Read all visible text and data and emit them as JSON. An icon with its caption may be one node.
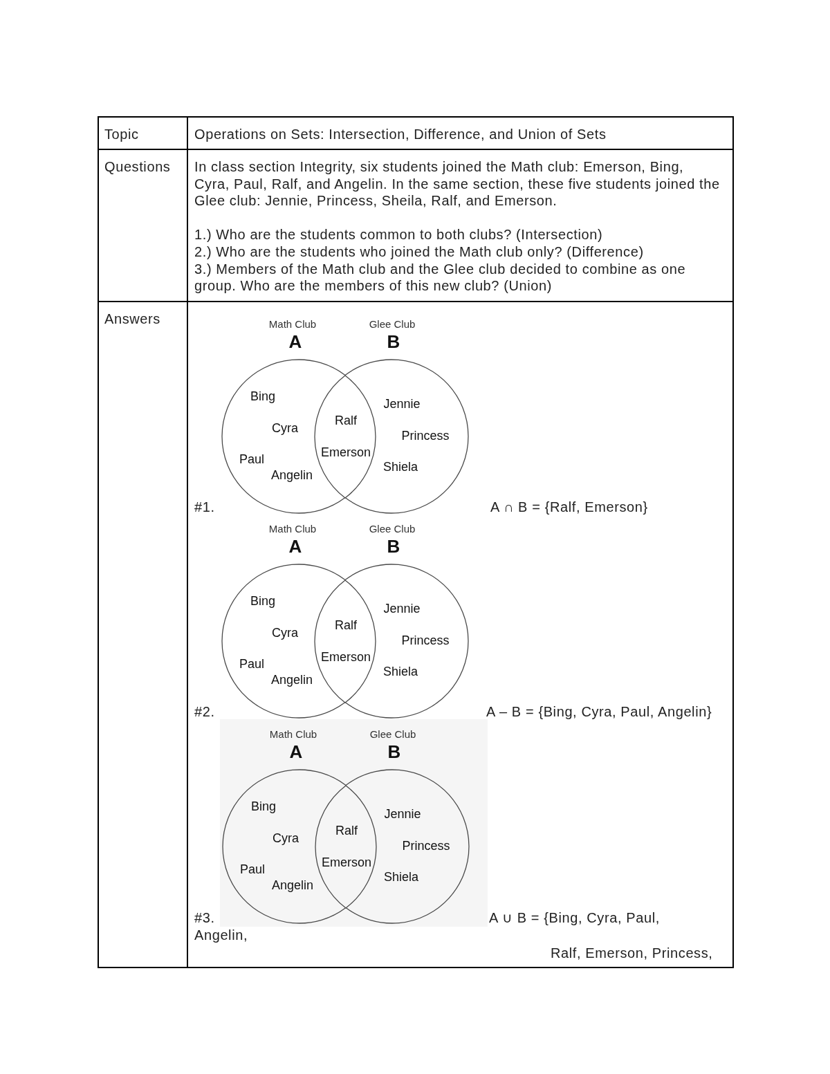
{
  "diagram": {
    "nodes": [
      {
        "text": [
          "Math Club",
          "A",
          "Bing",
          "Cyra",
          "Paul",
          "Angelin"
        ]
      },
      {
        "text": [
          "Glee Club",
          "B",
          "Jennie",
          "Princess",
          "Shiela"
        ]
      },
      {
        "text": [
          "Ralf",
          "Emerson"
        ]
      },
      {
        "text": [
          "Math Club",
          "A",
          "Bing",
          "Cyra",
          "Paul",
          "Angelin"
        ]
      },
      {
        "text": [
          "Glee Club",
          "B",
          "Jennie",
          "Princess",
          "Shiela"
        ]
      },
      {
        "text": [
          "Ralf",
          "Emerson"
        ]
      },
      {
        "text": [
          "Math Club",
          "A",
          "Bing",
          "Cyra",
          "Paul",
          "Angelin"
        ]
      },
      {
        "text": [
          "Glee Club",
          "B",
          "Jennie",
          "Princess",
          "Shiela"
        ]
      },
      {
        "text": [
          "Ralf",
          "Emerson"
        ]
      }
    ],
    "labels": [
      "Topic",
      "Operations on Sets: Intersection, Difference, and Union of Sets",
      "Questions",
      "In class section Integrity, six students joined the Math club: Emerson, Bing, Cyra, Paul, Ralf, and Angelin. In the same section, these five students joined the Glee club: Jennie, Princess, Sheila, Ralf, and Emerson.",
      "1.) Who are the students common to both clubs? (Intersection)",
      "2.) Who are the students who joined the Math club only? (Difference)",
      "3.) Members of the Math club and the Glee club decided to combine as one group. Who are the members of this new club? (Union)",
      "Answers",
      "#1.",
      "A ∩ B = {Ralf, Emerson}",
      "#2.",
      "A – B = {Bing, Cyra, Paul, Angelin}",
      "#3.",
      "A ∪ B = {Bing, Cyra, Paul,",
      "Angelin,",
      "Ralf, Emerson, Princess,"
    ]
  }
}
